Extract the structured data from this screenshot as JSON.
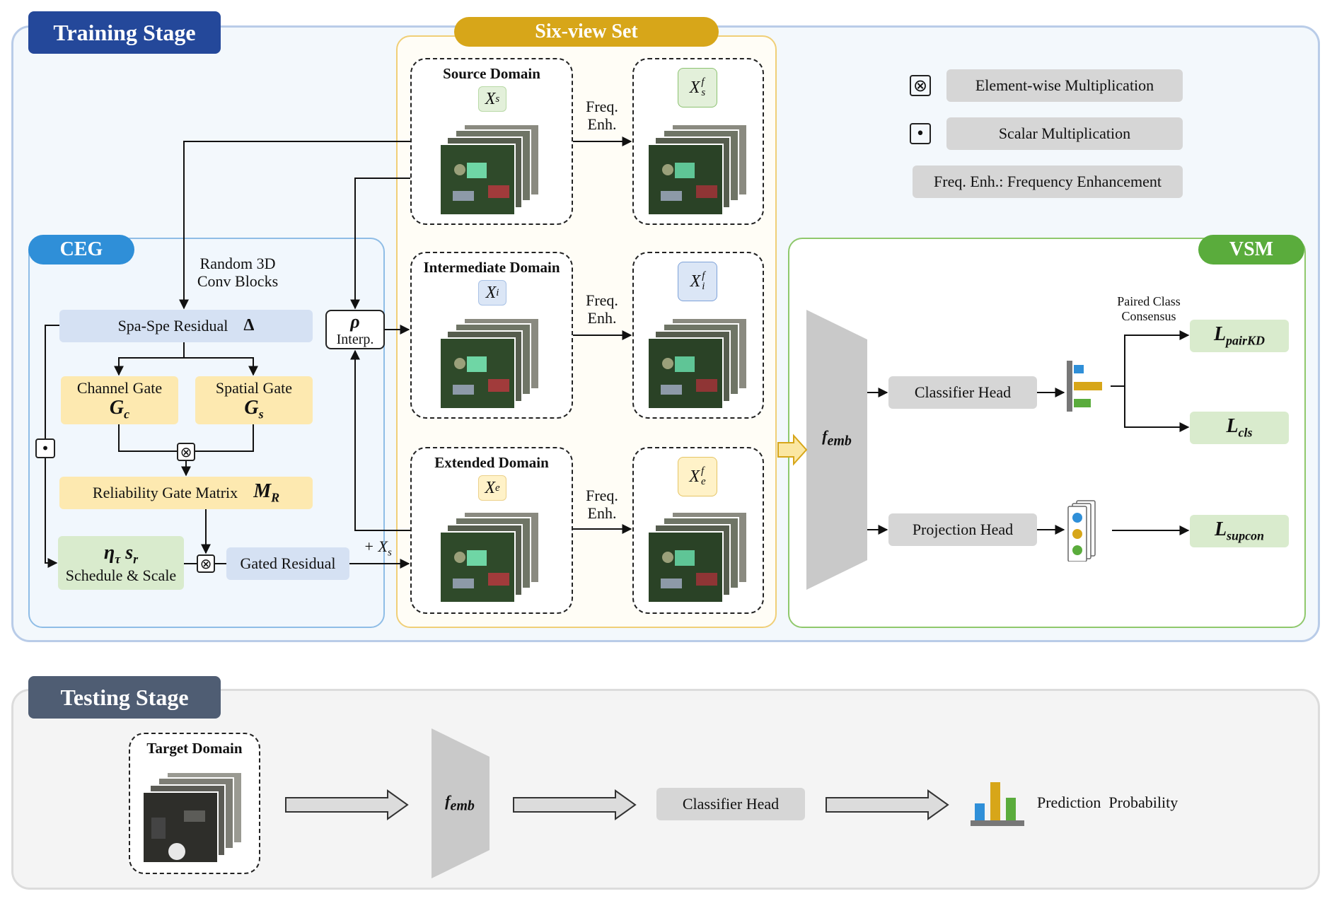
{
  "training": {
    "title": "Training Stage",
    "six_view": {
      "title": "Six-view Set",
      "source": "Source Domain",
      "intermediate": "Intermediate Domain",
      "extended": "Extended Domain",
      "freq_line1": "Freq.",
      "freq_line2": "Enh."
    },
    "legend": {
      "elementwise": "Element-wise Multiplication",
      "scalar": "Scalar Multiplication",
      "freq": "Freq. Enh.: Frequency Enhancement"
    },
    "ceg": {
      "title": "CEG",
      "random_line1": "Random 3D",
      "random_line2": "Conv Blocks",
      "spa_spe": "Spa-Spe Residual",
      "delta": "Δ",
      "channel_gate": "Channel Gate",
      "spatial_gate": "Spatial Gate",
      "reliability": "Reliability Gate Matrix",
      "schedule": "Schedule & Scale",
      "gated_residual": "Gated Residual",
      "interp": "Interp.",
      "rho": "ρ"
    },
    "vsm": {
      "title": "VSM",
      "paired_line1": "Paired Class",
      "paired_line2": "Consensus",
      "classifier_head": "Classifier Head",
      "projection_head": "Projection Head"
    }
  },
  "testing": {
    "title": "Testing Stage",
    "target": "Target Domain",
    "classifier_head": "Classifier Head",
    "prediction": "Prediction  Probability"
  },
  "colors": {
    "training_tag": "#24489a",
    "testing_tag": "#4f5d73",
    "ceg": "#2f8fd8",
    "vsm": "#5aac3c",
    "six_view": "#d7a619",
    "blue_box": "#d5e1f3",
    "yellow_box": "#fde9b0",
    "green_box": "#d9ebcd",
    "grey_box": "#d6d6d6"
  }
}
